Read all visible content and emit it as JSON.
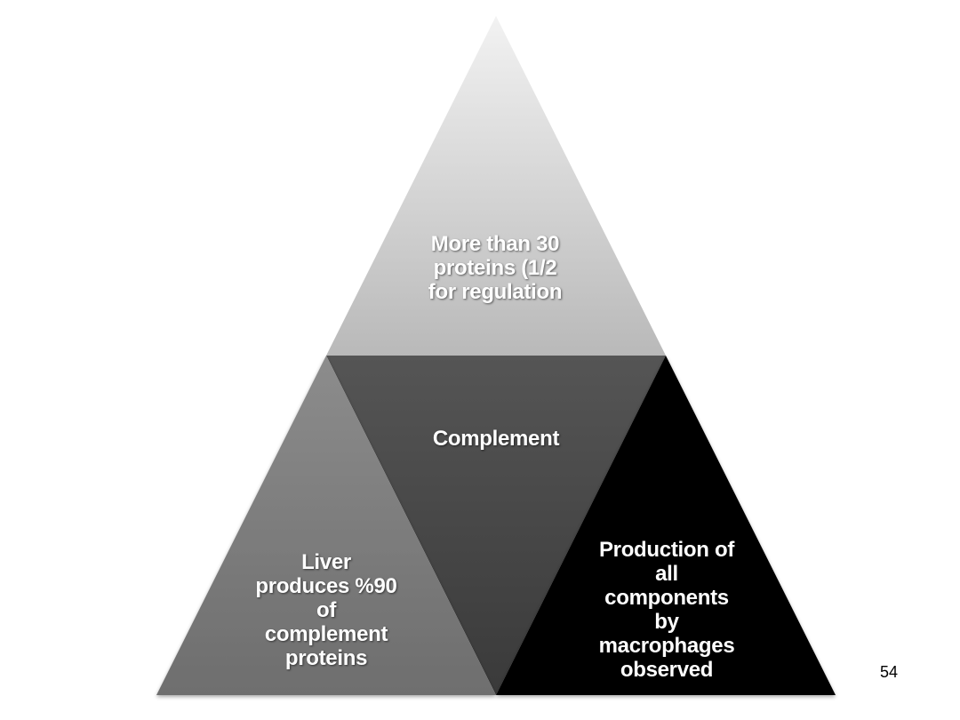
{
  "diagram": {
    "top_label": "More than 30\nproteins (1/2\nfor regulation",
    "center_label": "Complement",
    "left_label": "Liver\nproduces %90\nof\ncomplement\nproteins",
    "right_label": "Production of\nall\ncomponents\nby\nmacrophages\nobserved"
  },
  "colors": {
    "top_light": "#f2f2f2",
    "top_dark": "#b9b9b9",
    "center_top": "#555555",
    "center_bottom": "#3a3a3a",
    "left_top": "#8c8c8c",
    "left_bottom": "#6e6e6e",
    "right": "#000000"
  },
  "page": {
    "number": "54"
  }
}
